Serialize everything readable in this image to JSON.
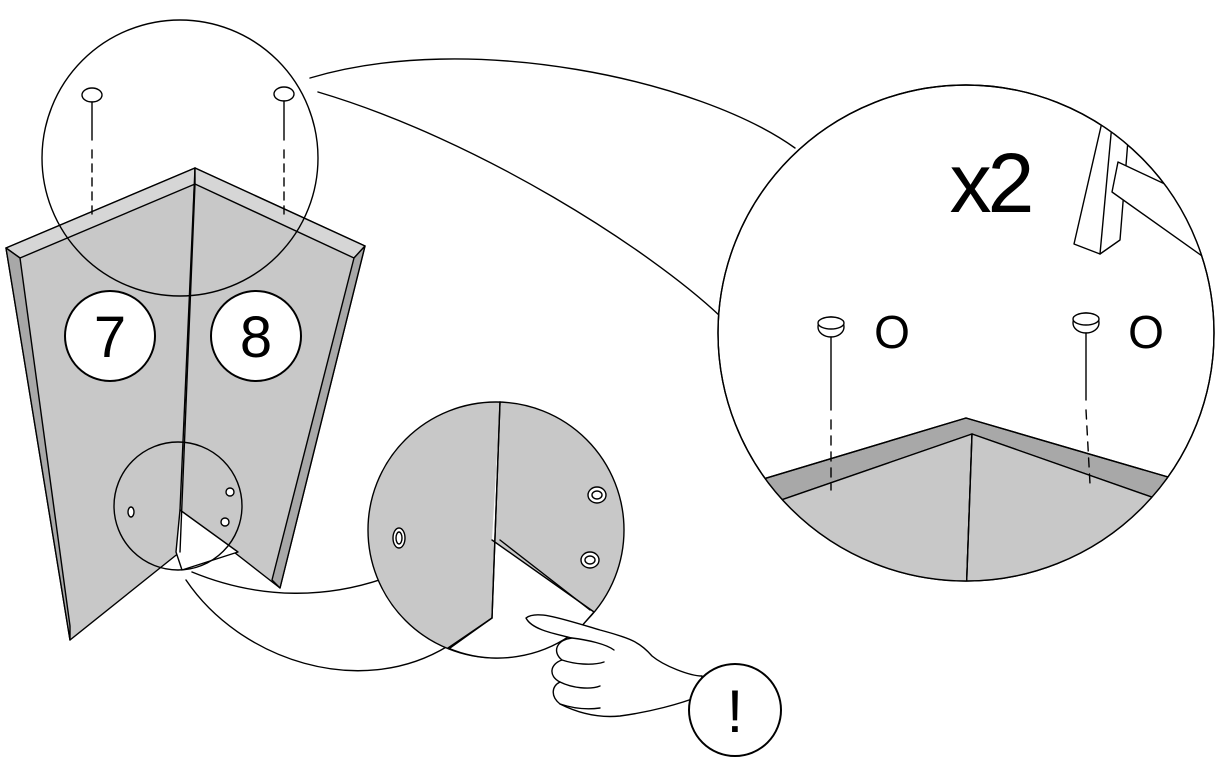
{
  "diagram": {
    "panel_labels": {
      "left": "7",
      "right": "8"
    },
    "quantity": "x2",
    "nail_marks": [
      "O",
      "O"
    ],
    "warning": "!",
    "colors": {
      "panel": "#c8c8c8",
      "panel_edge": "#a8a8a8",
      "line": "#000000",
      "background": "#ffffff"
    },
    "icons": [
      "nail-icon",
      "hammer-icon",
      "pointing-hand-icon",
      "dowel-hole-icon"
    ]
  }
}
